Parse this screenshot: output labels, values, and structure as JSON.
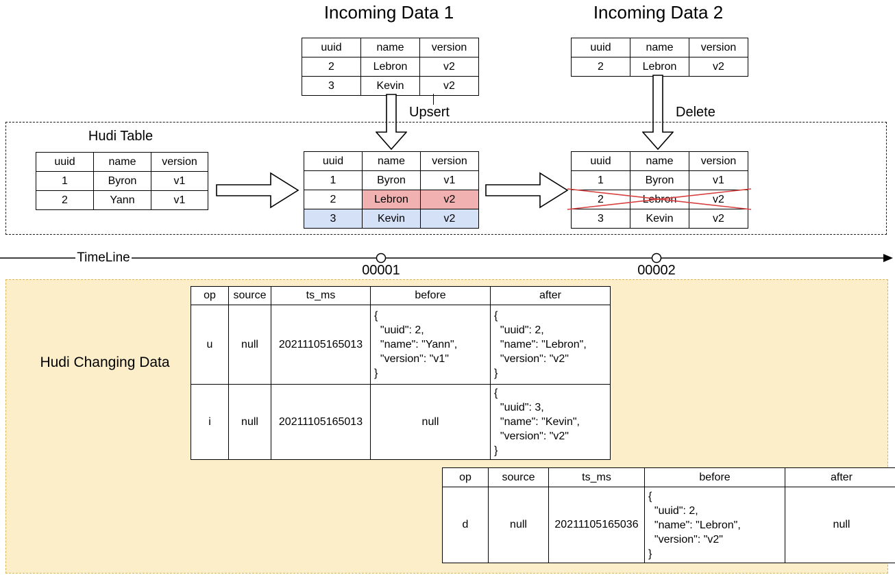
{
  "labels": {
    "incoming1_title": "Incoming Data 1",
    "incoming2_title": "Incoming Data 2",
    "hudi_table": "Hudi Table",
    "upsert": "Upsert",
    "delete": "Delete",
    "changing_data": "Hudi Changing Data"
  },
  "colors": {
    "pink_fill": "#f2b1b1",
    "pink_border": "#bd5a55",
    "blue_fill": "#d5e1f6",
    "blue_border": "#7390c0",
    "yellow_fill": "#fceec9",
    "yellow_border": "#d6b656",
    "cross_red": "#d84040"
  },
  "rec_headers": [
    "uuid",
    "name",
    "version"
  ],
  "incoming1": {
    "rows": [
      [
        "2",
        "Lebron",
        "v2"
      ],
      [
        "3",
        "Kevin",
        "v2"
      ]
    ]
  },
  "incoming2": {
    "rows": [
      [
        "2",
        "Lebron",
        "v2"
      ]
    ]
  },
  "hudi_initial": {
    "rows": [
      [
        "1",
        "Byron",
        "v1"
      ],
      [
        "2",
        "Yann",
        "v1"
      ]
    ]
  },
  "hudi_upserted": {
    "rows": [
      [
        "1",
        "Byron",
        "v1"
      ],
      [
        "2",
        "Lebron",
        "v2"
      ],
      [
        "3",
        "Kevin",
        "v2"
      ]
    ]
  },
  "hudi_deleted": {
    "rows": [
      [
        "1",
        "Byron",
        "v1"
      ],
      [
        "2",
        "Lebron",
        "v2"
      ],
      [
        "3",
        "Kevin",
        "v2"
      ]
    ]
  },
  "timeline": {
    "label": "TimeLine",
    "t1": "00001",
    "t2": "00002"
  },
  "cdc": {
    "headers": [
      "op",
      "source",
      "ts_ms",
      "before",
      "after"
    ],
    "table1": {
      "rows": [
        {
          "op": "u",
          "source": "null",
          "ts_ms": "20211105165013",
          "before": "{\n  \"uuid\": 2,\n  \"name\": \"Yann\",\n  \"version\": \"v1\"\n}",
          "after": "{\n  \"uuid\": 2,\n  \"name\": \"Lebron\",\n  \"version\": \"v2\"\n}"
        },
        {
          "op": "i",
          "source": "null",
          "ts_ms": "20211105165013",
          "before": "null",
          "after": "{\n  \"uuid\": 3,\n  \"name\": \"Kevin\",\n  \"version\": \"v2\"\n}"
        }
      ]
    },
    "table2": {
      "rows": [
        {
          "op": "d",
          "source": "null",
          "ts_ms": "20211105165036",
          "before": "{\n  \"uuid\": 2,\n  \"name\": \"Lebron\",\n  \"version\": \"v2\"\n}",
          "after": "null"
        }
      ]
    }
  }
}
